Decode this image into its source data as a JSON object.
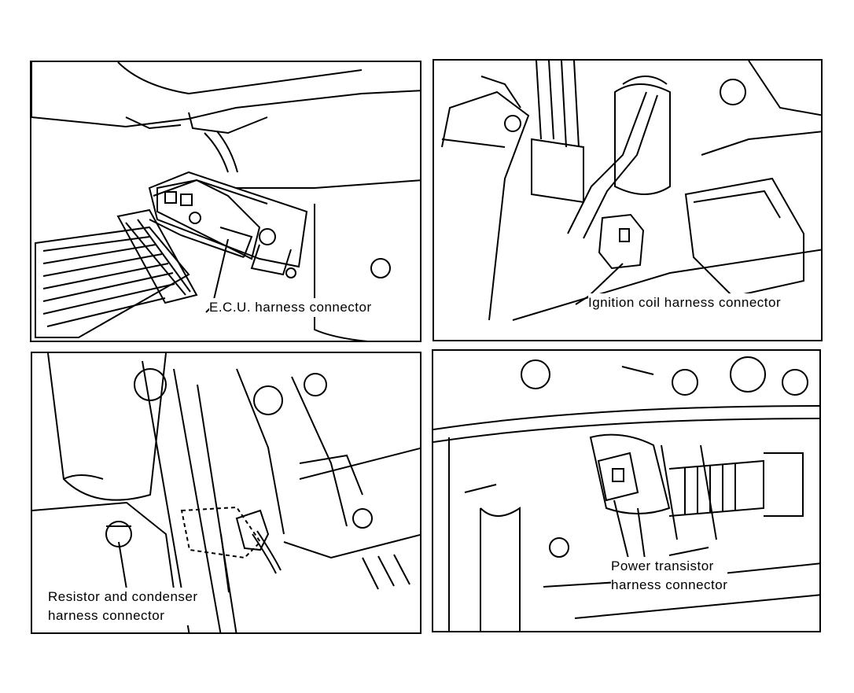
{
  "panels": {
    "ecu": {
      "label": "E.C.U. harness connector"
    },
    "ignition": {
      "label": "Ignition coil harness connector"
    },
    "resistor": {
      "label_line1": "Resistor and condenser",
      "label_line2": "harness connector"
    },
    "transistor": {
      "label_line1": "Power transistor",
      "label_line2": "harness connector"
    }
  }
}
